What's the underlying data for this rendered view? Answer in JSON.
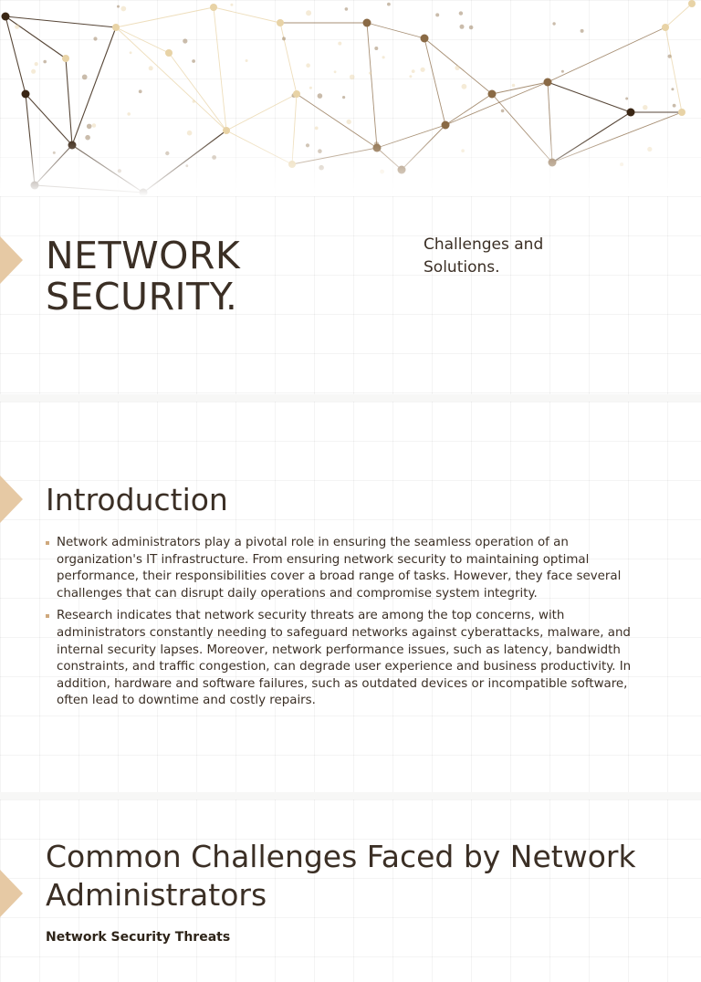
{
  "slides": [
    {
      "title": "NETWORK\nSECURITY.",
      "subtitle": "Challenges and Solutions."
    },
    {
      "heading": "Introduction",
      "bullets": [
        "Network administrators play a pivotal role in ensuring the seamless operation of an organization's IT infrastructure. From ensuring network security to maintaining optimal performance, their responsibilities cover a broad range of tasks. However, they face several challenges that can disrupt daily operations and compromise system integrity.",
        "Research indicates that network security threats are among the top concerns, with administrators constantly needing to safeguard networks against cyberattacks, malware, and internal security lapses. Moreover, network performance issues, such as latency, bandwidth constraints, and traffic congestion, can degrade user experience and business productivity. In addition, hardware and software failures, such as outdated devices or incompatible software, often lead to downtime and costly repairs."
      ]
    },
    {
      "heading": "Common Challenges Faced by Network Administrators",
      "subheading": "Network Security Threats"
    }
  ],
  "colors": {
    "accent": "#e6c9a4",
    "text": "#3b2f25",
    "network_dark": "#3a2614",
    "network_bronze": "#8a6a45",
    "network_gold": "#e8d3a6"
  }
}
